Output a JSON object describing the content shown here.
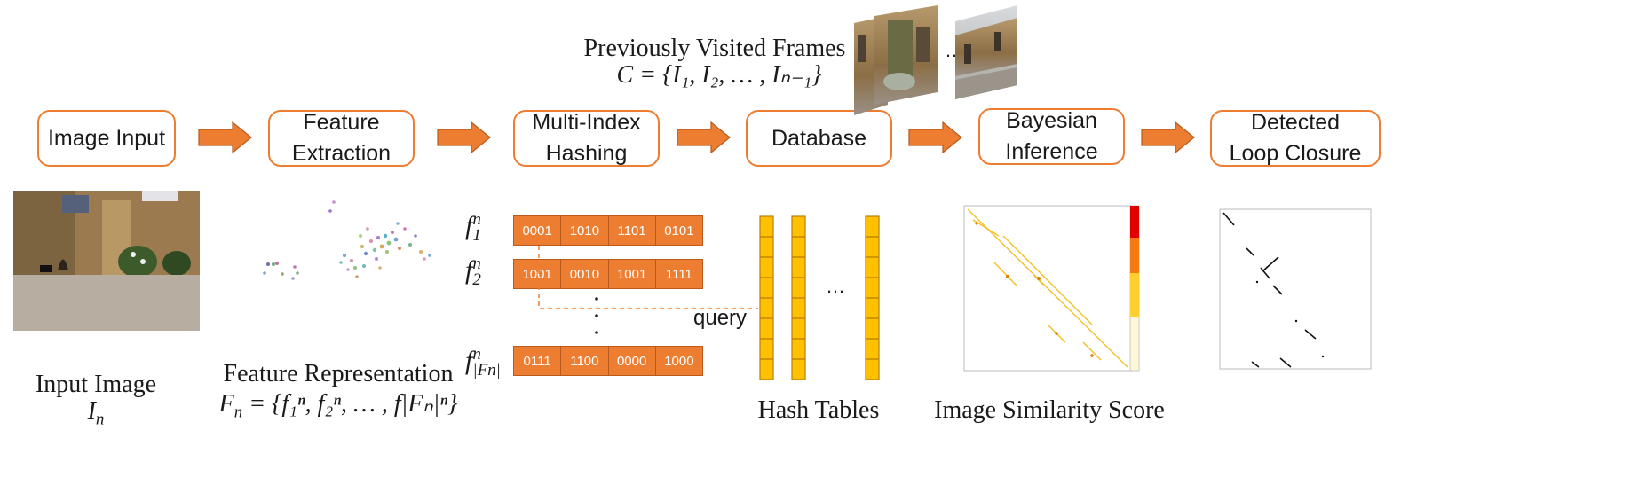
{
  "pipeline": {
    "stages": [
      {
        "label": "Image Input"
      },
      {
        "label": "Feature\nExtraction"
      },
      {
        "label": "Multi-Index\nHashing"
      },
      {
        "label": "Database"
      },
      {
        "label": "Bayesian\nInference"
      },
      {
        "label": "Detected\nLoop Closure"
      }
    ]
  },
  "previous_frames": {
    "title": "Previously Visited Frames",
    "formula": "C = {I₁, I₂, … , Iₙ₋₁}",
    "ellipsis": "…"
  },
  "input_image": {
    "caption": "Input Image",
    "symbol": "I",
    "subscript": "n"
  },
  "feature_representation": {
    "caption": "Feature Representation",
    "formula_lhs": "F",
    "formula_lhs_sub": "n",
    "formula_rhs": " = {f₁ⁿ, f₂ⁿ, … , f|Fₙ|ⁿ}"
  },
  "hashing": {
    "rows": [
      {
        "label": "f",
        "sup": "n",
        "sub": "1",
        "codes": [
          "0001",
          "1010",
          "1101",
          "0101"
        ]
      },
      {
        "label": "f",
        "sup": "n",
        "sub": "2",
        "codes": [
          "1001",
          "0010",
          "1001",
          "1111"
        ]
      },
      {
        "label": "f",
        "sup": "n",
        "sub": "|Fn|",
        "codes": [
          "0111",
          "1100",
          "0000",
          "1000"
        ]
      }
    ],
    "query_label": "query",
    "vertical_dots": "·\n·\n·"
  },
  "hash_tables": {
    "caption": "Hash Tables",
    "ellipsis": "…",
    "count": 3,
    "cells_per_table": 8,
    "fill_color": "#FFC000"
  },
  "similarity": {
    "caption": "Image Similarity Score"
  },
  "colors": {
    "accent": "#ED7D31",
    "table_yellow": "#FFC000",
    "heatmap_red": "#E00000"
  }
}
